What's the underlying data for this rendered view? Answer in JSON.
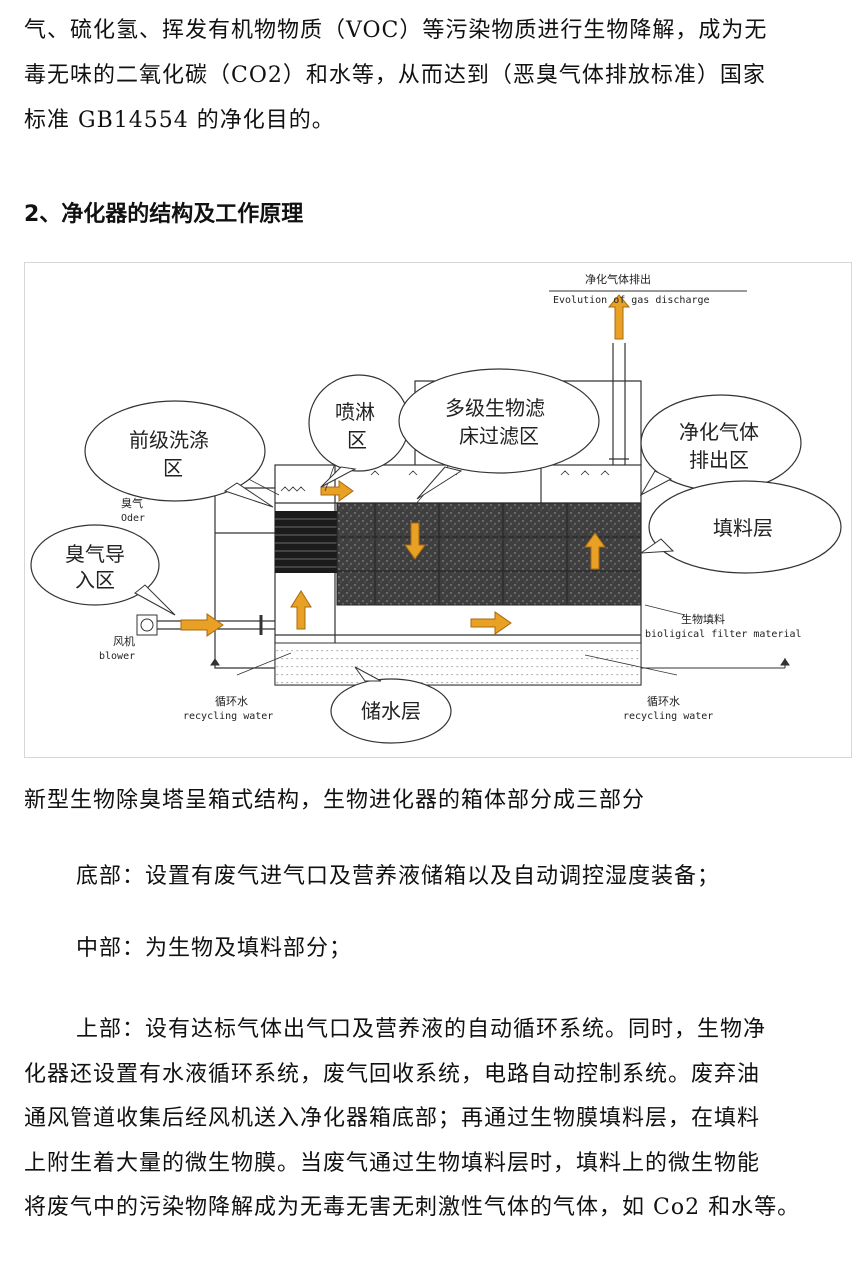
{
  "intro": {
    "lines": [
      "气、硫化氢、挥发有机物物质（VOC）等污染物质进行生物降解，成为无",
      "毒无味的二氧化碳（CO2）和水等，从而达到（恶臭气体排放标准）国家",
      "标准 GB14554 的净化目的。"
    ]
  },
  "heading": "2、净化器的结构及工作原理",
  "diagram": {
    "top_label_cn": "净化气体排出",
    "top_label_en": "Evolution of gas discharge",
    "odor_cn": "臭气",
    "odor_en": "Oder",
    "blower_cn": "风机",
    "blower_en": "blower",
    "recycle_left_cn": "循环水",
    "recycle_left_en": "recycling water",
    "recycle_right_cn": "循环水",
    "recycle_right_en": "recycling water",
    "bio_fill_cn": "生物填料",
    "bio_fill_en": "bioligical filter material",
    "bubbles": {
      "inlet": [
        "臭气导",
        "入区"
      ],
      "prewash": [
        "前级洗涤",
        "区"
      ],
      "spray": [
        "喷淋",
        "区"
      ],
      "multi": [
        "多级生物滤",
        "床过滤区"
      ],
      "outlet": [
        "净化气体",
        "排出区"
      ],
      "filler": [
        "填料层"
      ],
      "storage": [
        "储水层"
      ]
    }
  },
  "caption": "新型生物除臭塔呈箱式结构，生物进化器的箱体部分成三部分",
  "parts": [
    "底部：设置有废气进气口及营养液储箱以及自动调控湿度装备；",
    "中部：为生物及填料部分；"
  ],
  "body": {
    "line1": "上部：设有达标气体出气口及营养液的自动循环系统。同时，生物净",
    "rest": [
      "化器还设置有水液循环系统，废气回收系统，电路自动控制系统。废弃油",
      "通风管道收集后经风机送入净化器箱底部；再通过生物膜填料层，在填料",
      "上附生着大量的微生物膜。当废气通过生物填料层时，填料上的微生物能",
      "将废气中的污染物降解成为无毒无害无刺激性气体的气体，如 Co2 和水等。"
    ]
  },
  "colors": {
    "arrow": "#e8a125",
    "arrow_stroke": "#a86a10",
    "filter": "#4a4a4a"
  }
}
